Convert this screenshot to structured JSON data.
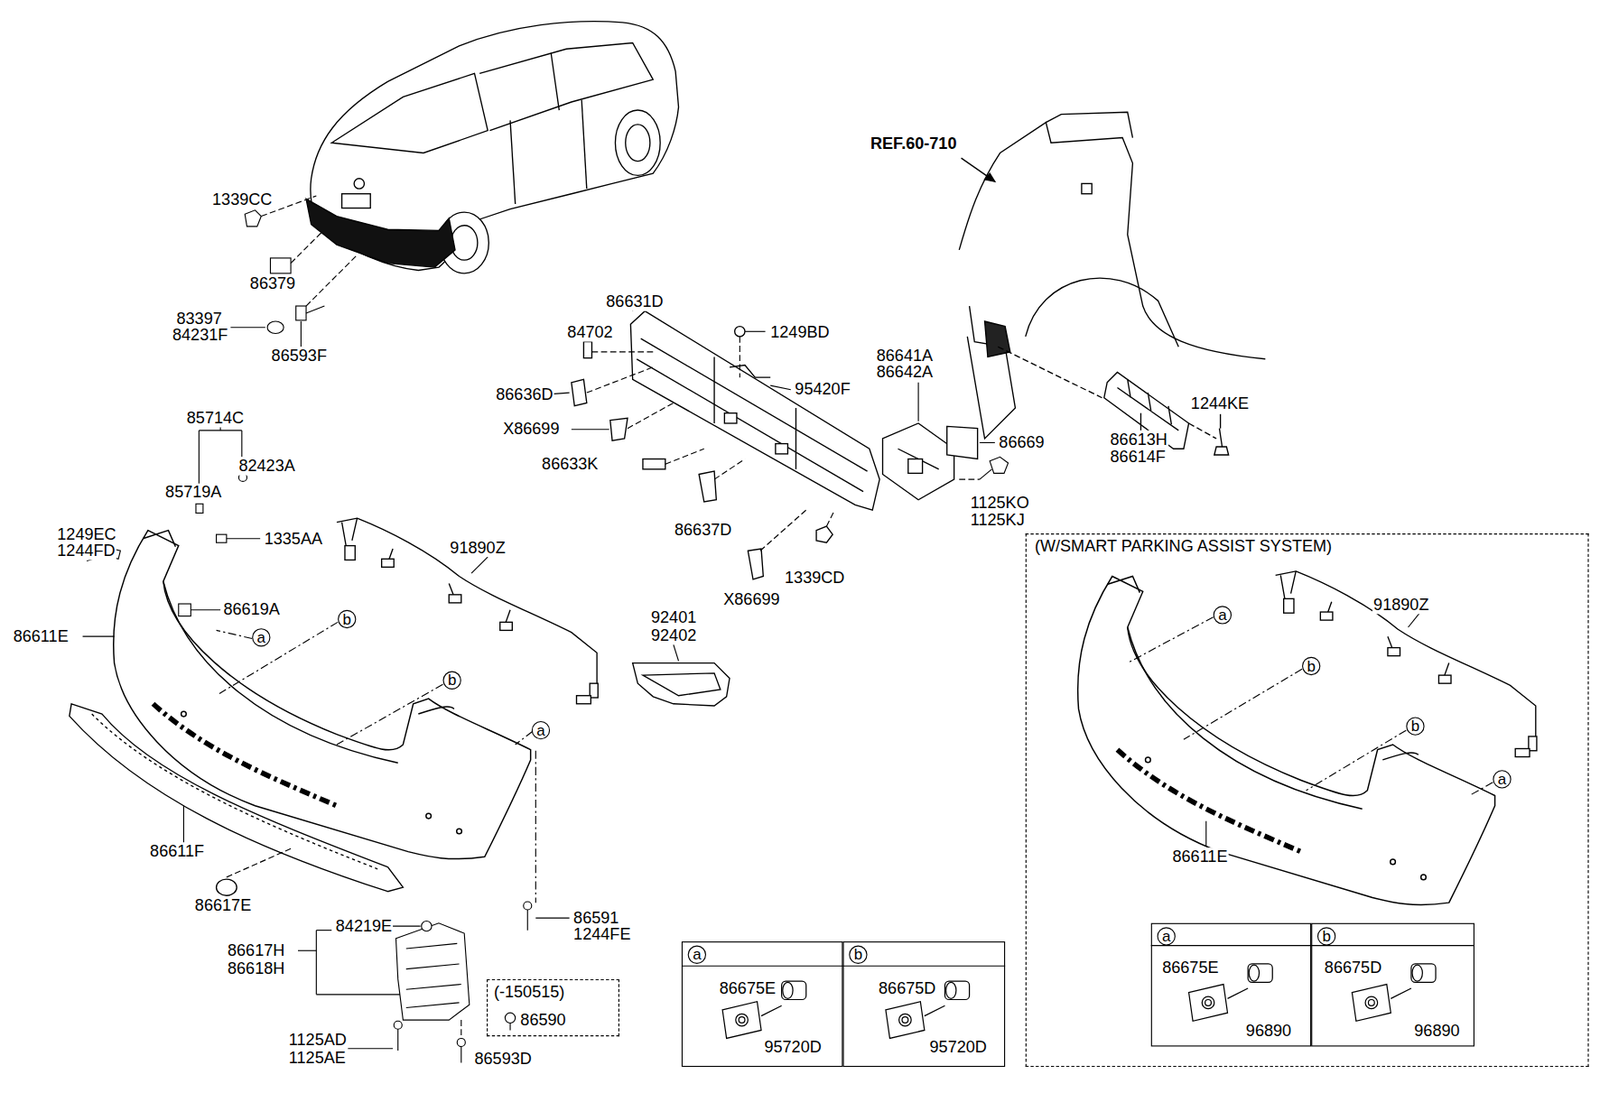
{
  "diagram": {
    "nodes": [
      {
        "text": [
          "(W/SMART PARKING ASSIST SYSTEM)"
        ]
      },
      {
        "text": [
          "(-150515)",
          "86590"
        ]
      },
      {
        "text": [
          "a",
          "86675E",
          "95720D"
        ]
      },
      {
        "text": [
          "b",
          "86675D",
          "95720D"
        ]
      },
      {
        "text": [
          "a",
          "86675E",
          "96890"
        ],
        "in": 0
      },
      {
        "text": [
          "b",
          "86675D",
          "96890"
        ],
        "in": 0
      },
      {
        "text": [
          "a"
        ]
      },
      {
        "text": [
          "b"
        ]
      },
      {
        "text": [
          "b"
        ]
      },
      {
        "text": [
          "a"
        ]
      },
      {
        "text": [
          "a"
        ],
        "in": 0
      },
      {
        "text": [
          "b"
        ],
        "in": 0
      },
      {
        "text": [
          "b"
        ],
        "in": 0
      },
      {
        "text": [
          "a"
        ],
        "in": 0
      }
    ],
    "labels": [
      "1339CC",
      "86379",
      "83397",
      "84231F",
      "86593F",
      "85714C",
      "82423A",
      "85719A",
      "1249EC",
      "1244FD",
      "1335AA",
      "86619A",
      "86611E",
      "91890Z",
      "86611F",
      "86617E",
      "84219E",
      "86617H",
      "86618H",
      "1125AD",
      "1125AE",
      "86593D",
      "86591",
      "1244FE",
      "86631D",
      "84702",
      "1249BD",
      "95420F",
      "86636D",
      "X86699",
      "86633K",
      "86637D",
      "X86699",
      "1339CD",
      "92401",
      "92402",
      "86641A",
      "86642A",
      "86669",
      "1125KO",
      "1125KJ",
      "REF.60-710",
      "86613H",
      "86614F",
      "1244KE",
      "91890Z",
      "86611E"
    ]
  }
}
